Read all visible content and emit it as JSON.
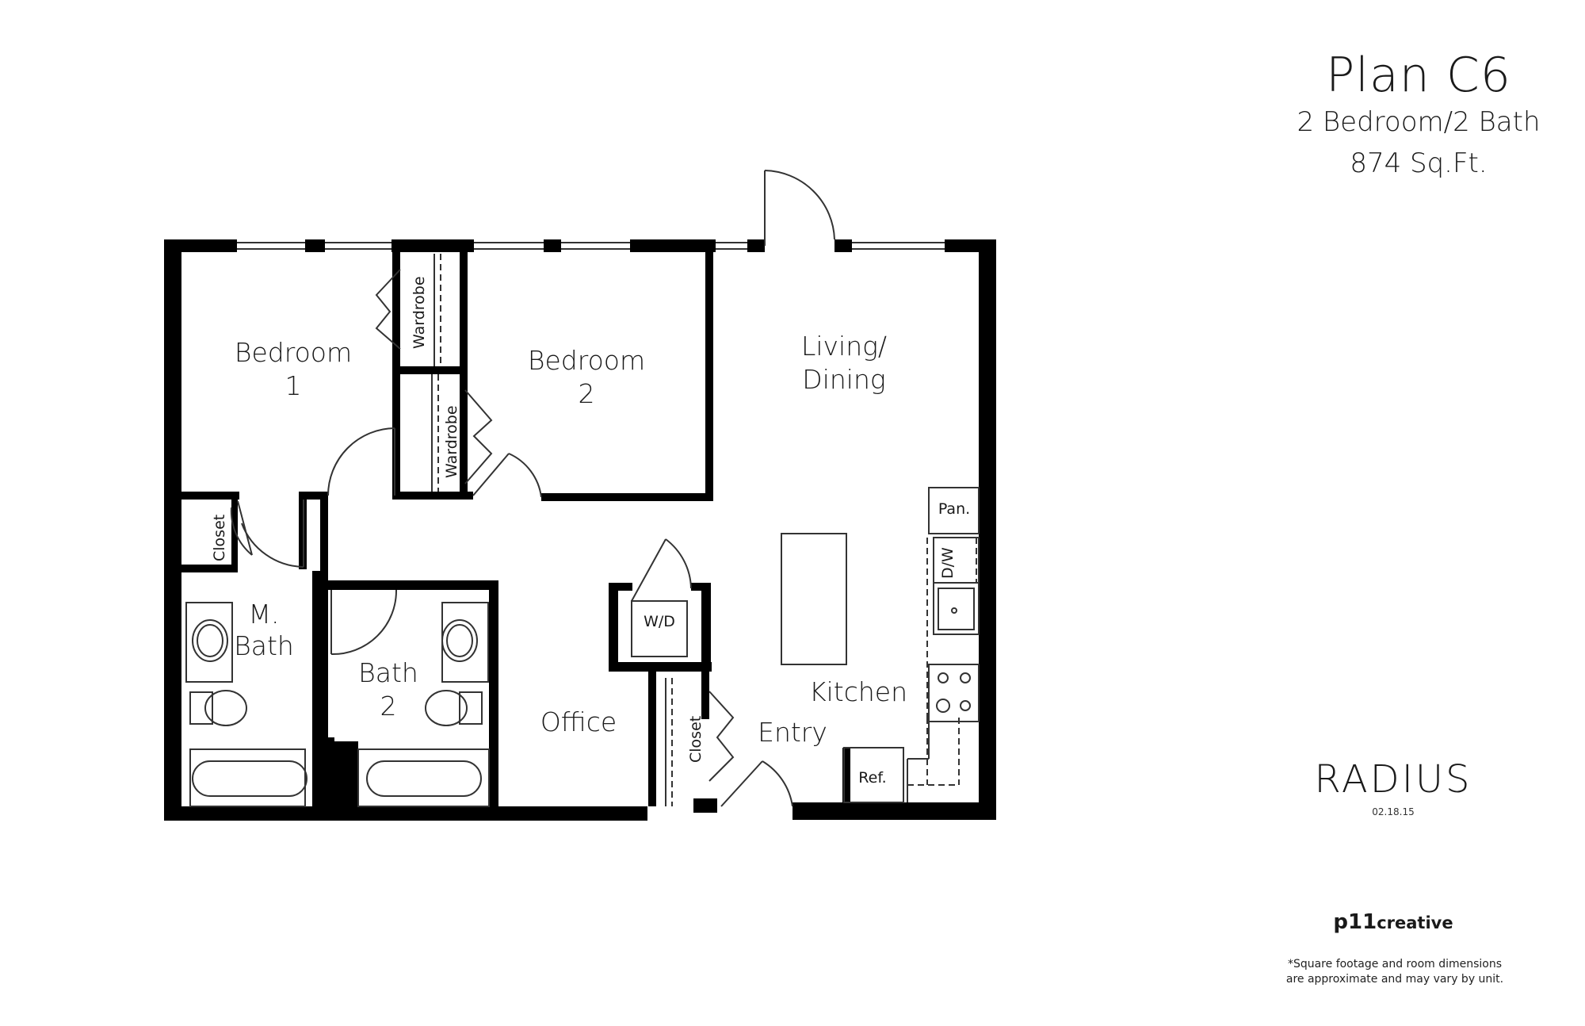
{
  "plan": {
    "name": "Plan C6",
    "bedrooms_baths": "2 Bedroom/2 Bath",
    "area": "874 Sq.Ft."
  },
  "rooms": {
    "bedroom1_line1": "Bedroom",
    "bedroom1_line2": "1",
    "bedroom2_line1": "Bedroom",
    "bedroom2_line2": "2",
    "living_line1": "Living/",
    "living_line2": "Dining",
    "mbath_line1": "M.",
    "mbath_line2": "Bath",
    "bath2_line1": "Bath",
    "bath2_line2": "2",
    "office": "Office",
    "kitchen": "Kitchen",
    "entry": "Entry"
  },
  "fixtures": {
    "wardrobe": "Wardrobe",
    "closet": "Closet",
    "washer_dryer": "W/D",
    "pantry": "Pan.",
    "dishwasher": "D/W",
    "refrigerator": "Ref."
  },
  "brand": {
    "name": "RADIUS",
    "date": "02.18.15"
  },
  "credit": {
    "bold": "p11",
    "rest": "creative"
  },
  "disclaimer": {
    "line1": "*Square footage and room dimensions",
    "line2": "are approximate and may vary by unit."
  },
  "colors": {
    "wall": "#000000",
    "line": "#333333",
    "background": "#ffffff"
  }
}
